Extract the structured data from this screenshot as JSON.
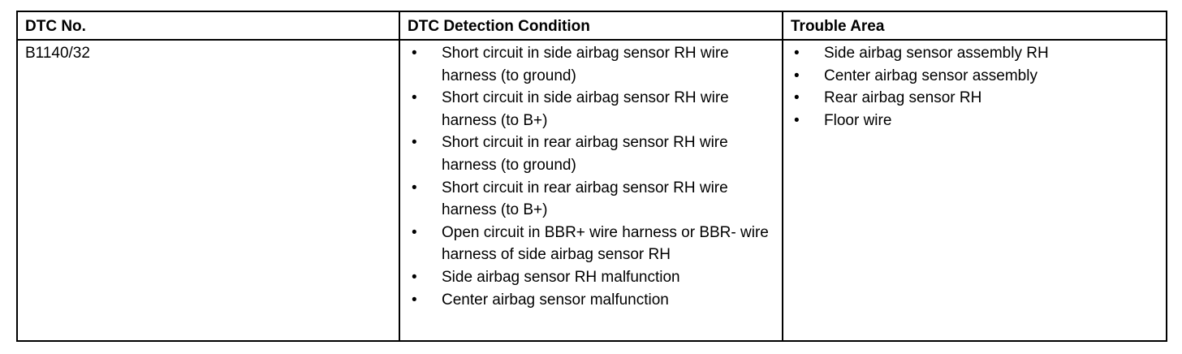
{
  "table": {
    "headers": {
      "dtc_no": "DTC No.",
      "condition": "DTC Detection Condition",
      "trouble_area": "Trouble Area"
    },
    "row": {
      "dtc_no": "B1140/32",
      "bullet": "•",
      "conditions": [
        "Short circuit in side airbag sensor RH wire harness (to ground)",
        "Short circuit in side airbag sensor RH wire harness (to B+)",
        "Short circuit in rear airbag sensor RH wire harness (to ground)",
        "Short circuit in rear airbag sensor RH wire harness (to B+)",
        "Open circuit in BBR+ wire harness or BBR- wire harness of side airbag sensor RH",
        "Side airbag sensor RH malfunction",
        "Center airbag sensor malfunction"
      ],
      "trouble_areas": [
        "Side airbag sensor assembly RH",
        "Center airbag sensor assembly",
        "Rear airbag sensor RH",
        "Floor wire"
      ]
    }
  }
}
